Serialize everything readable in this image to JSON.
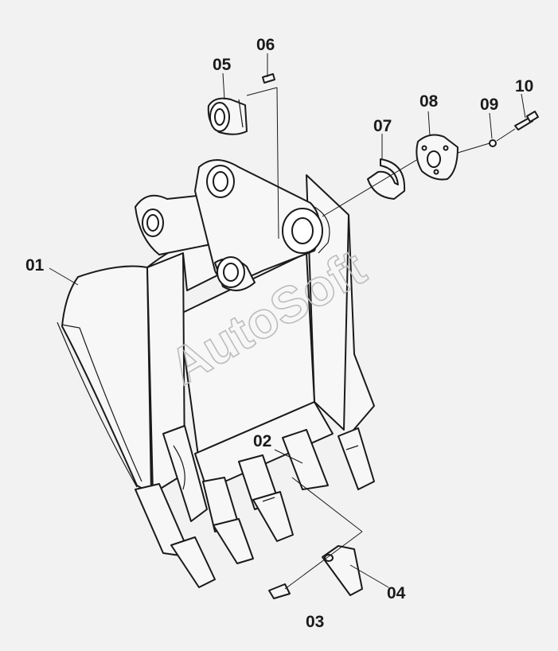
{
  "watermark": "AutoSoft",
  "callouts": {
    "c01": "01",
    "c02": "02",
    "c03": "03",
    "c04": "04",
    "c05": "05",
    "c06": "06",
    "c07": "07",
    "c08": "08",
    "c09": "09",
    "c10": "10"
  }
}
